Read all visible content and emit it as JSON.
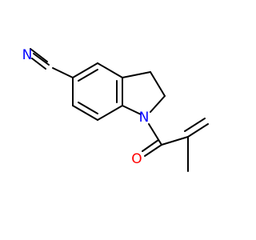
{
  "molecule": {
    "atoms": {
      "cyano_nitrogen": "N",
      "ring_nitrogen": "N",
      "carbonyl_oxygen": "O"
    },
    "colors": {
      "bond": "#000000",
      "nitrogen": "#0000ff",
      "oxygen": "#ff0000"
    }
  }
}
